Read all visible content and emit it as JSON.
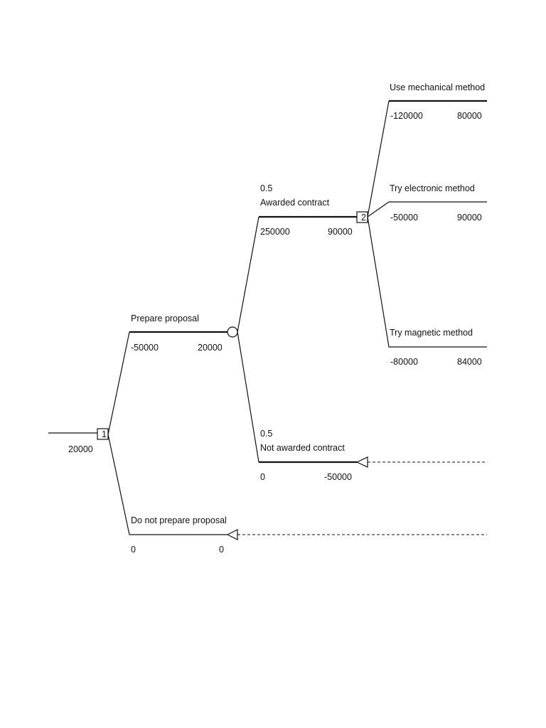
{
  "root": {
    "node_number": "1",
    "value": "20000"
  },
  "prepare": {
    "label": "Prepare proposal",
    "cost": "-50000",
    "value": "20000"
  },
  "not_prepare": {
    "label": "Do not prepare proposal",
    "cost": "0",
    "value": "0"
  },
  "awarded": {
    "prob": "0.5",
    "label": "Awarded contract",
    "payoff": "250000",
    "value": "90000",
    "node_number": "2"
  },
  "not_awarded": {
    "prob": "0.5",
    "label": "Not awarded contract",
    "payoff": "0",
    "value": "-50000"
  },
  "methods": [
    {
      "label": "Use mechanical method",
      "cost": "-120000",
      "value": "80000"
    },
    {
      "label": "Try electronic method",
      "cost": "-50000",
      "value": "90000"
    },
    {
      "label": "Try magnetic method",
      "cost": "-80000",
      "value": "84000"
    }
  ]
}
